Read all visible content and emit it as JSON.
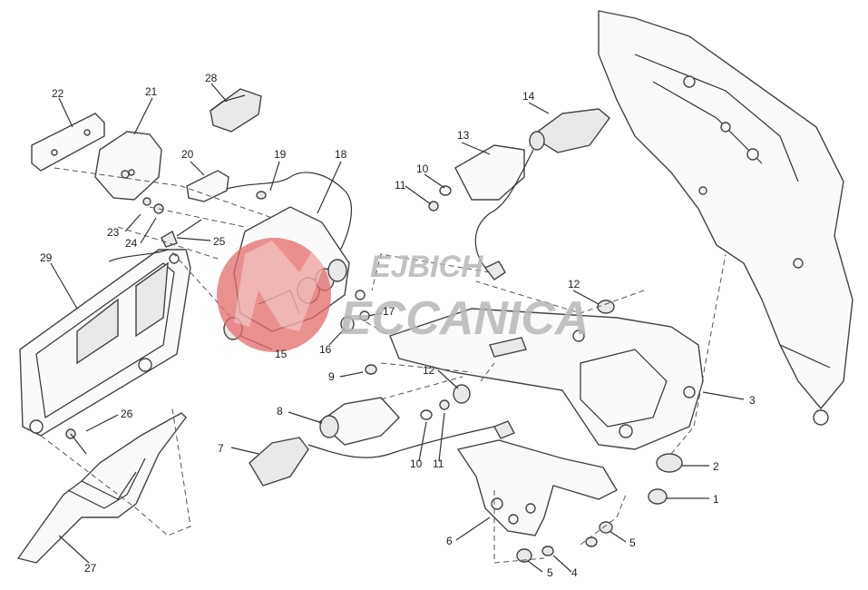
{
  "diagram": {
    "callouts": [
      "1",
      "2",
      "3",
      "4",
      "5",
      "5",
      "6",
      "7",
      "8",
      "9",
      "10",
      "10",
      "11",
      "11",
      "12",
      "12",
      "13",
      "14",
      "15",
      "16",
      "17",
      "18",
      "19",
      "20",
      "21",
      "22",
      "23",
      "24",
      "25",
      "26",
      "27",
      "28",
      "29"
    ]
  },
  "watermark": {
    "line1": "EJBICH",
    "line2": "ECCANICA",
    "badge_color": "#e36b6b"
  }
}
